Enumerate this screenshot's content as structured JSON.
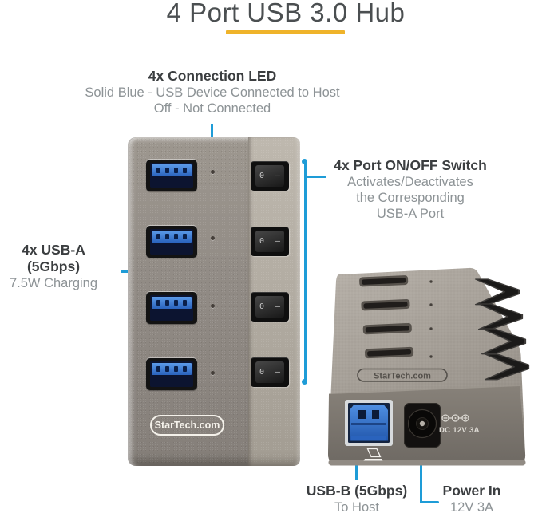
{
  "title": "4 Port USB 3.0 Hub",
  "colors": {
    "accent_blue": "#1e9cd7",
    "underline_yellow": "#efb32a",
    "usb_port_blue": "#2f6fc9"
  },
  "annotations": {
    "connection_led": {
      "heading": "4x Connection LED",
      "lines": [
        "Solid Blue - USB Device Connected to Host",
        "Off - Not Connected"
      ]
    },
    "port_switch": {
      "heading": "4x Port ON/OFF Switch",
      "lines": [
        "Activates/Deactivates",
        "the Corresponding",
        "USB-A Port"
      ]
    },
    "usb_a": {
      "heading": "4x USB-A (5Gbps)",
      "lines": [
        "7.5W Charging"
      ]
    },
    "usb_b": {
      "heading": "USB-B (5Gbps)",
      "lines": [
        "To Host"
      ]
    },
    "power_in": {
      "heading": "Power In",
      "lines": [
        "12V 3A"
      ]
    }
  },
  "front_device": {
    "brand": "StarTech.com",
    "switch_label": "0 –"
  },
  "back_device": {
    "brand": "StarTech.com",
    "power_spec": "DC 12V 3A"
  }
}
